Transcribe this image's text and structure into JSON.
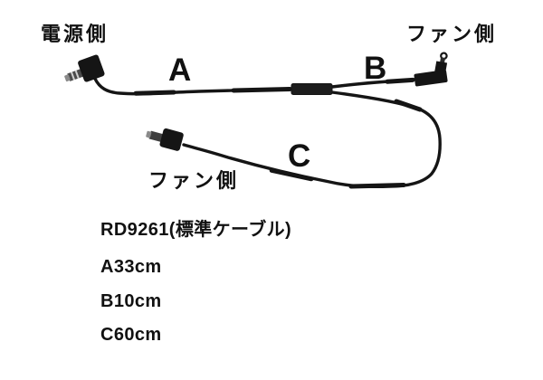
{
  "image": {
    "background": "#ffffff",
    "line_color": "#151515",
    "text_color": "#111111"
  },
  "diagram": {
    "power_side_label": "電源側",
    "fan_side_top_label": "ファン側",
    "fan_side_mid_label": "ファン側",
    "segment_labels": {
      "a": "A",
      "b": "B",
      "c": "C"
    }
  },
  "specs": {
    "model": "RD9261(標準ケーブル)",
    "lengths": [
      "A33cm",
      "B10cm",
      "C60cm"
    ]
  }
}
